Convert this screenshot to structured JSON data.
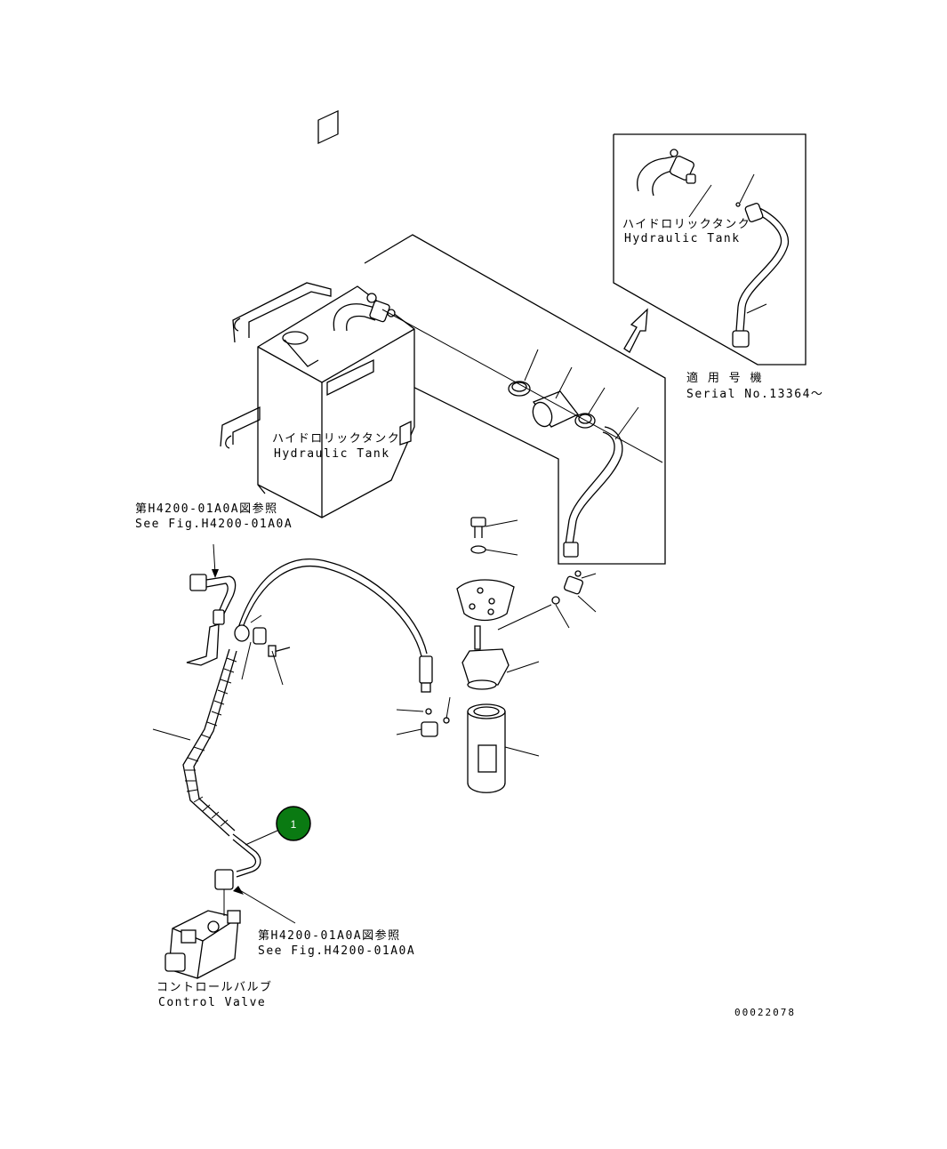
{
  "labels": {
    "inset_tank_jp": "ハイドロリックタンク",
    "inset_tank_en": "Hydraulic Tank",
    "serial_jp": "適 用 号 機",
    "serial_en": "Serial No.13364～",
    "tank_jp": "ハイドロリックタンク",
    "tank_en": "Hydraulic Tank",
    "ref_top_jp": "第H4200-01A0A図参照",
    "ref_top_en": "See Fig.H4200-01A0A",
    "ref_bottom_jp": "第H4200-01A0A図参照",
    "ref_bottom_en": "See Fig.H4200-01A0A",
    "valve_jp": "コントロールバルブ",
    "valve_en": "Control Valve",
    "drawing_number": "00022078"
  },
  "callout": {
    "number": "1",
    "color": "#0a7a12"
  }
}
